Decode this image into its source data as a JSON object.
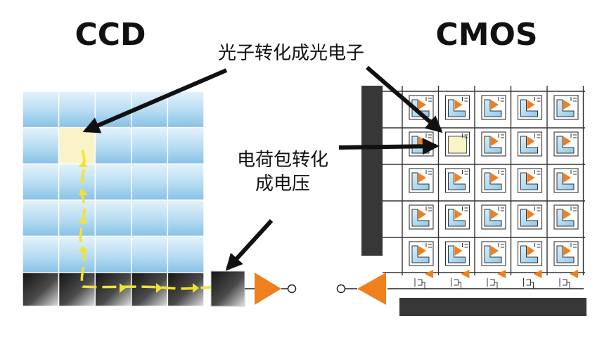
{
  "labels": {
    "ccd_title": "CCD",
    "cmos_title": "CMOS",
    "photon_label": "光子转化成光电子",
    "charge_label_line1": "电荷包转化",
    "charge_label_line2": "成电压"
  },
  "ccd": {
    "rows": 5,
    "cols": 5,
    "highlight_row": 1,
    "highlight_col": 1
  },
  "cmos": {
    "rows": 5,
    "cols": 5,
    "highlight_row": 1,
    "highlight_col": 1
  },
  "colors": {
    "pixel_light": "#e4f2fb",
    "pixel_mid": "#b6dcf2",
    "pixel_deep": "#86c1e6",
    "highlight": "#fbf3c8",
    "orange": "#f07f1d",
    "dark_bar": "#373737",
    "arrow": "#111111",
    "charge_path": "#f2e42a"
  }
}
